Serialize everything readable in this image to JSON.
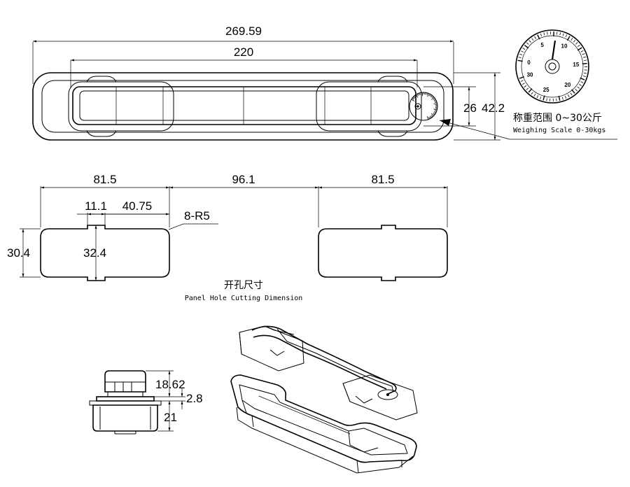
{
  "top_view": {
    "dim_overall_length": "269.59",
    "dim_handle_span": "220",
    "dim_height_inner": "26",
    "dim_height_outer": "42.2",
    "scale_label_cn": "称重范围 0~30公斤",
    "scale_label_en": "Weighing Scale 0-30kgs"
  },
  "cutout": {
    "dim_left_width": "81.5",
    "dim_gap": "96.1",
    "dim_right_width": "81.5",
    "dim_notch_width": "11.1",
    "dim_half_width": "40.75",
    "dim_corner_radius": "8-R5",
    "dim_height_outer": "30.4",
    "dim_height_inner": "32.4",
    "title_cn": "开孔尺寸",
    "title_en": "Panel Hole Cutting Dimension"
  },
  "side_view": {
    "dim_top": "18.62",
    "dim_flange": "2.8",
    "dim_body": "21"
  },
  "dial": {
    "numbers": [
      "0",
      "5",
      "10",
      "15",
      "20",
      "25",
      "30"
    ]
  }
}
